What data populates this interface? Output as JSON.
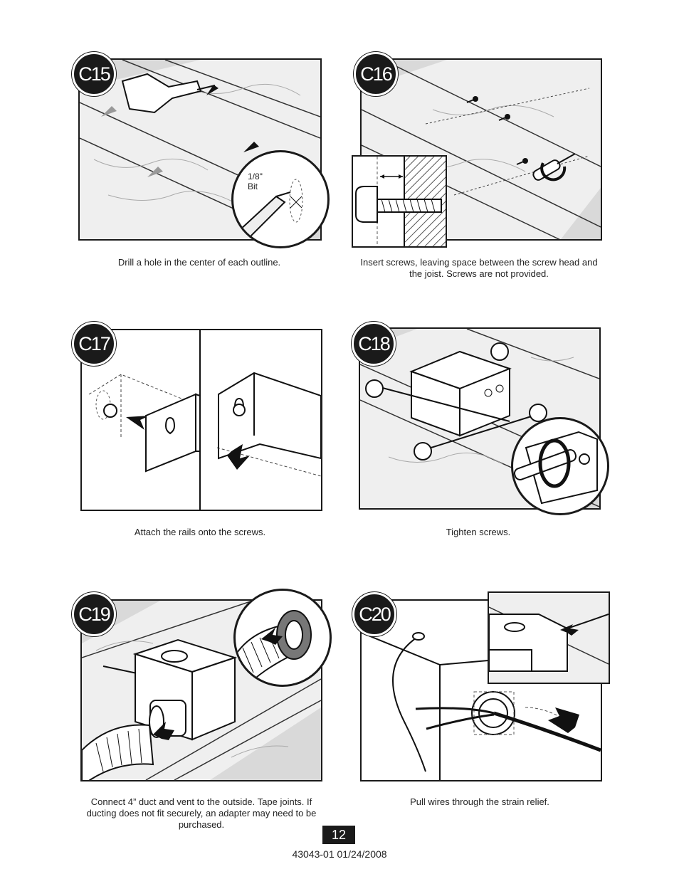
{
  "steps": [
    {
      "id": "C15",
      "caption": "Drill a hole in the center of each outline.",
      "callout_label": "1/8\" Bit"
    },
    {
      "id": "C16",
      "caption": "Insert screws, leaving space between the screw head and the joist. Screws are not provided."
    },
    {
      "id": "C17",
      "caption": "Attach the rails onto the screws."
    },
    {
      "id": "C18",
      "caption": "Tighten screws."
    },
    {
      "id": "C19",
      "caption": "Connect 4” duct and vent to the outside. Tape joints. If ducting does not fit securely, an adapter may need to be purchased."
    },
    {
      "id": "C20",
      "caption": "Pull wires through the strain relief."
    }
  ],
  "footer": {
    "page_number": "12",
    "document_code": "43043-01  01/24/2008"
  },
  "colors": {
    "badge": "#1a1a1a",
    "panel_bg": "#d9d9d9",
    "wood": "#efefef"
  }
}
